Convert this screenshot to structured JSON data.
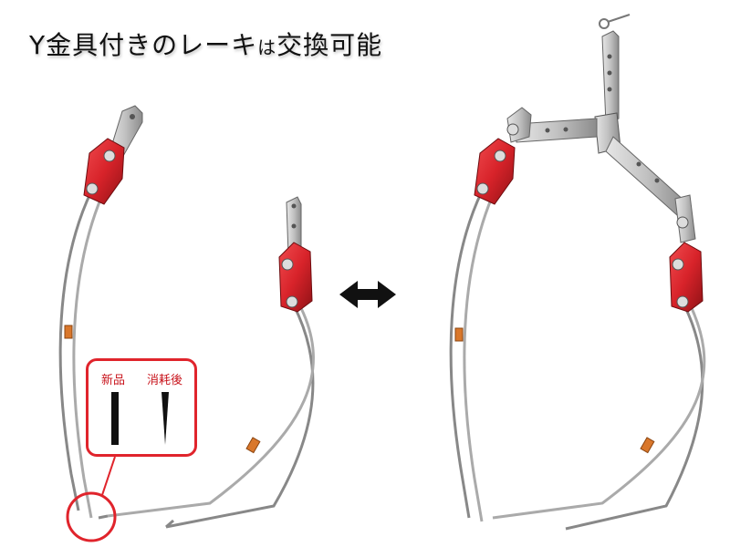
{
  "title": {
    "part1": "Y金具付きのレーキ",
    "part2": "は",
    "part3": "交換可能"
  },
  "callout": {
    "label_new": "新品",
    "label_worn": "消耗後"
  },
  "colors": {
    "bracket_red": "#d8232a",
    "callout_border": "#e0242c",
    "callout_text": "#c8141c",
    "rod_gray": "#9a9a9a",
    "sleeve_orange": "#d9772b",
    "steel": "#c8c8c8"
  }
}
